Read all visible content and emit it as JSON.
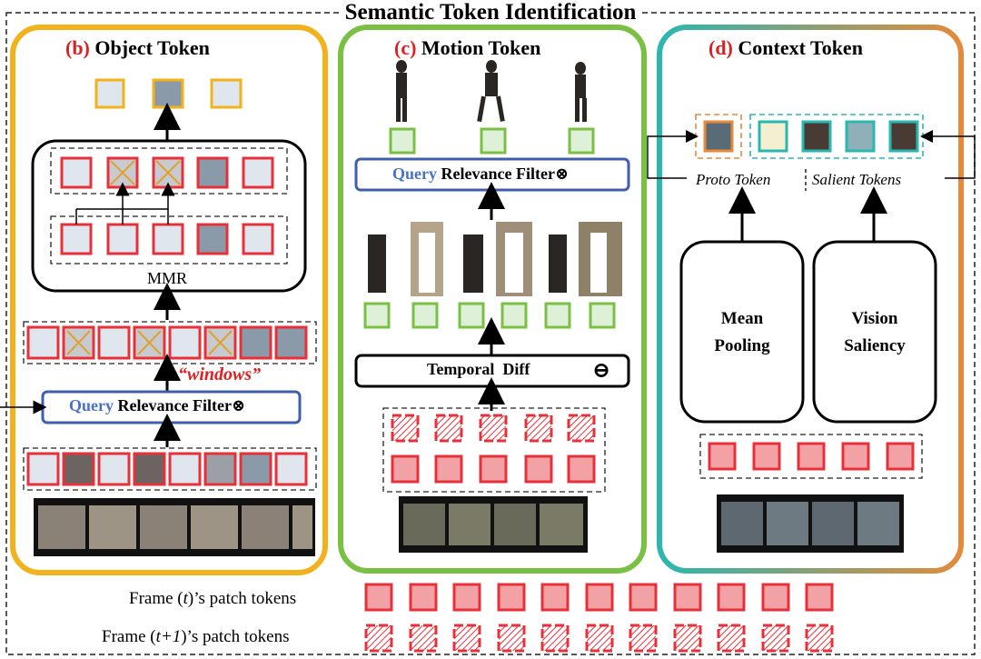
{
  "title": "Semantic Token Identification",
  "panels": {
    "object": {
      "letter": "(b)",
      "name": "Object Token",
      "mmr_label": "MMR",
      "windows_label": "“windows”",
      "filter_query": "Query",
      "filter_rest": " Relevance Filter⊗",
      "border_color": "#f2b21b"
    },
    "motion": {
      "letter": "(c)",
      "name": "Motion Token",
      "filter_query": "Query",
      "filter_rest": " Relevance Filter⊗",
      "temporal_diff": "Temporal  Diff",
      "minus_symbol": "⊖",
      "border_color": "#7ac043"
    },
    "context": {
      "letter": "(d)",
      "name": "Context Token",
      "mean_pooling_1": "Mean",
      "mean_pooling_2": "Pooling",
      "vision_saliency_1": "Vision",
      "vision_saliency_2": "Saliency",
      "proto_token": "Proto Token",
      "salient_tokens": "Salient Tokens",
      "border_color_start": "#2ab7b0",
      "border_color_end": "#e58a3a"
    }
  },
  "legend": {
    "frame_t": "Frame (t)’s patch tokens",
    "frame_t_plain_a": "Frame (",
    "frame_t_var": "t",
    "frame_t_plain_b": ")’s patch tokens",
    "frame_t1_plain_a": "Frame (",
    "frame_t1_var": "t+1",
    "frame_t1_plain_b": ")’s patch tokens"
  },
  "colors": {
    "token_red": "#e8303a",
    "token_fill": "#f2a1a4",
    "token_green": "#7ac043",
    "token_green_fill": "#dff0d8",
    "filter_blue": "#3f5fae",
    "query_blue": "#4a72c4",
    "crossed_orange": "#e0a030"
  }
}
